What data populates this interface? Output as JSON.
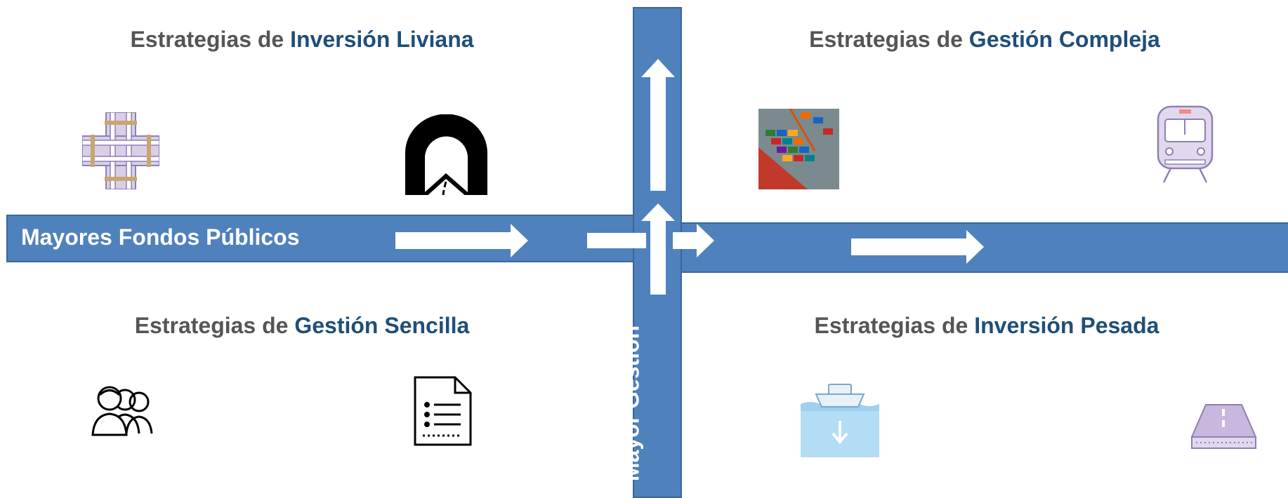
{
  "quadrants": {
    "top_left": {
      "prefix": "Estrategias de ",
      "highlight": "Inversión Liviana"
    },
    "top_right": {
      "prefix": "Estrategias de ",
      "highlight": "Gestión Compleja"
    },
    "bottom_left": {
      "prefix": "Estrategias de ",
      "highlight": "Gestión Sencilla"
    },
    "bottom_right": {
      "prefix": "Estrategias de ",
      "highlight": "Inversión Pesada"
    }
  },
  "axes": {
    "horizontal_label": "Mayores Fondos Públicos",
    "vertical_label": "Mayor Gestión"
  },
  "colors": {
    "band": "#4f81bd",
    "title_highlight": "#1f4e79",
    "title_text": "#555555"
  },
  "icons": {
    "top_left": [
      "rail-crossing-icon",
      "tunnel-icon"
    ],
    "top_right": [
      "container-ship-photo",
      "train-icon"
    ],
    "bottom_left": [
      "people-group-icon",
      "document-list-icon"
    ],
    "bottom_right": [
      "port-dredging-icon",
      "road-bridge-icon"
    ]
  }
}
